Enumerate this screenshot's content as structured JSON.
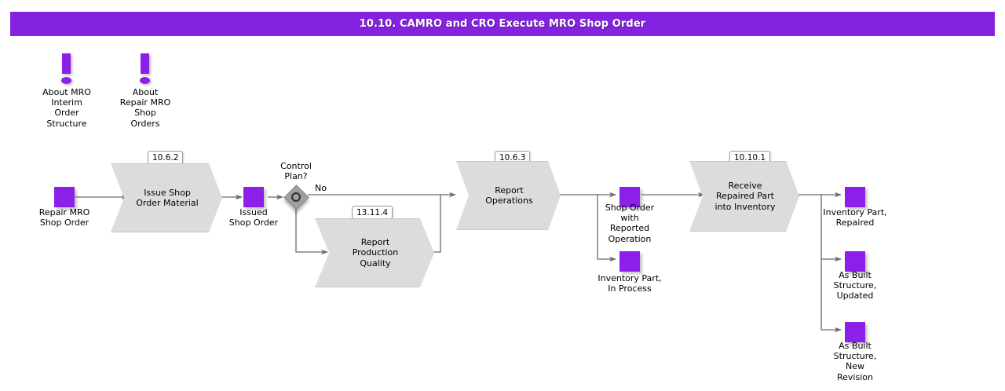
{
  "header": {
    "title": "10.10. CAMRO and CRO Execute MRO Shop Order",
    "bar_color": "#8422E0",
    "title_color": "#ffffff"
  },
  "theme": {
    "object_color": "#8B20E8",
    "process_fill": "#DCDCDC",
    "process_stroke": "#C8C8C8",
    "decision_fill": "#9E9E9E",
    "line_color": "#6b6b6b",
    "text_color": "#000000"
  },
  "annotations": [
    {
      "icon": "exclamation-icon",
      "label": "About MRO\nInterim\nOrder\nStructure"
    },
    {
      "icon": "exclamation-icon",
      "label": "About\nRepair MRO\nShop\nOrders"
    }
  ],
  "objects": [
    {
      "id": "repair-mro-shop-order",
      "label": "Repair MRO\nShop Order"
    },
    {
      "id": "issued-shop-order",
      "label": "Issued\nShop Order"
    },
    {
      "id": "shop-order-with-reported-operation",
      "label": "Shop Order\nwith\nReported\nOperation"
    },
    {
      "id": "inventory-part-in-process",
      "label": "Inventory Part,\nIn Process"
    },
    {
      "id": "inventory-part-repaired",
      "label": "Inventory Part,\nRepaired"
    },
    {
      "id": "as-built-structure-updated",
      "label": "As Built\nStructure,\nUpdated"
    },
    {
      "id": "as-built-structure-new-revision",
      "label": "As Built\nStructure,\nNew\nRevision"
    }
  ],
  "processes": [
    {
      "id": "issue-shop-order-material",
      "tag": "10.6.2",
      "label": "Issue Shop\nOrder Material"
    },
    {
      "id": "report-production-quality",
      "tag": "13.11.4",
      "label": "Report\nProduction\nQuality"
    },
    {
      "id": "report-operations",
      "tag": "10.6.3",
      "label": "Report\nOperations"
    },
    {
      "id": "receive-repaired-part",
      "tag": "10.10.1",
      "label": "Receive\nRepaired Part\ninto Inventory"
    }
  ],
  "decisions": [
    {
      "id": "control-plan",
      "label": "Control\nPlan?",
      "branches": [
        "No"
      ]
    }
  ],
  "edge_labels": [
    {
      "id": "no-branch",
      "text": "No"
    }
  ]
}
